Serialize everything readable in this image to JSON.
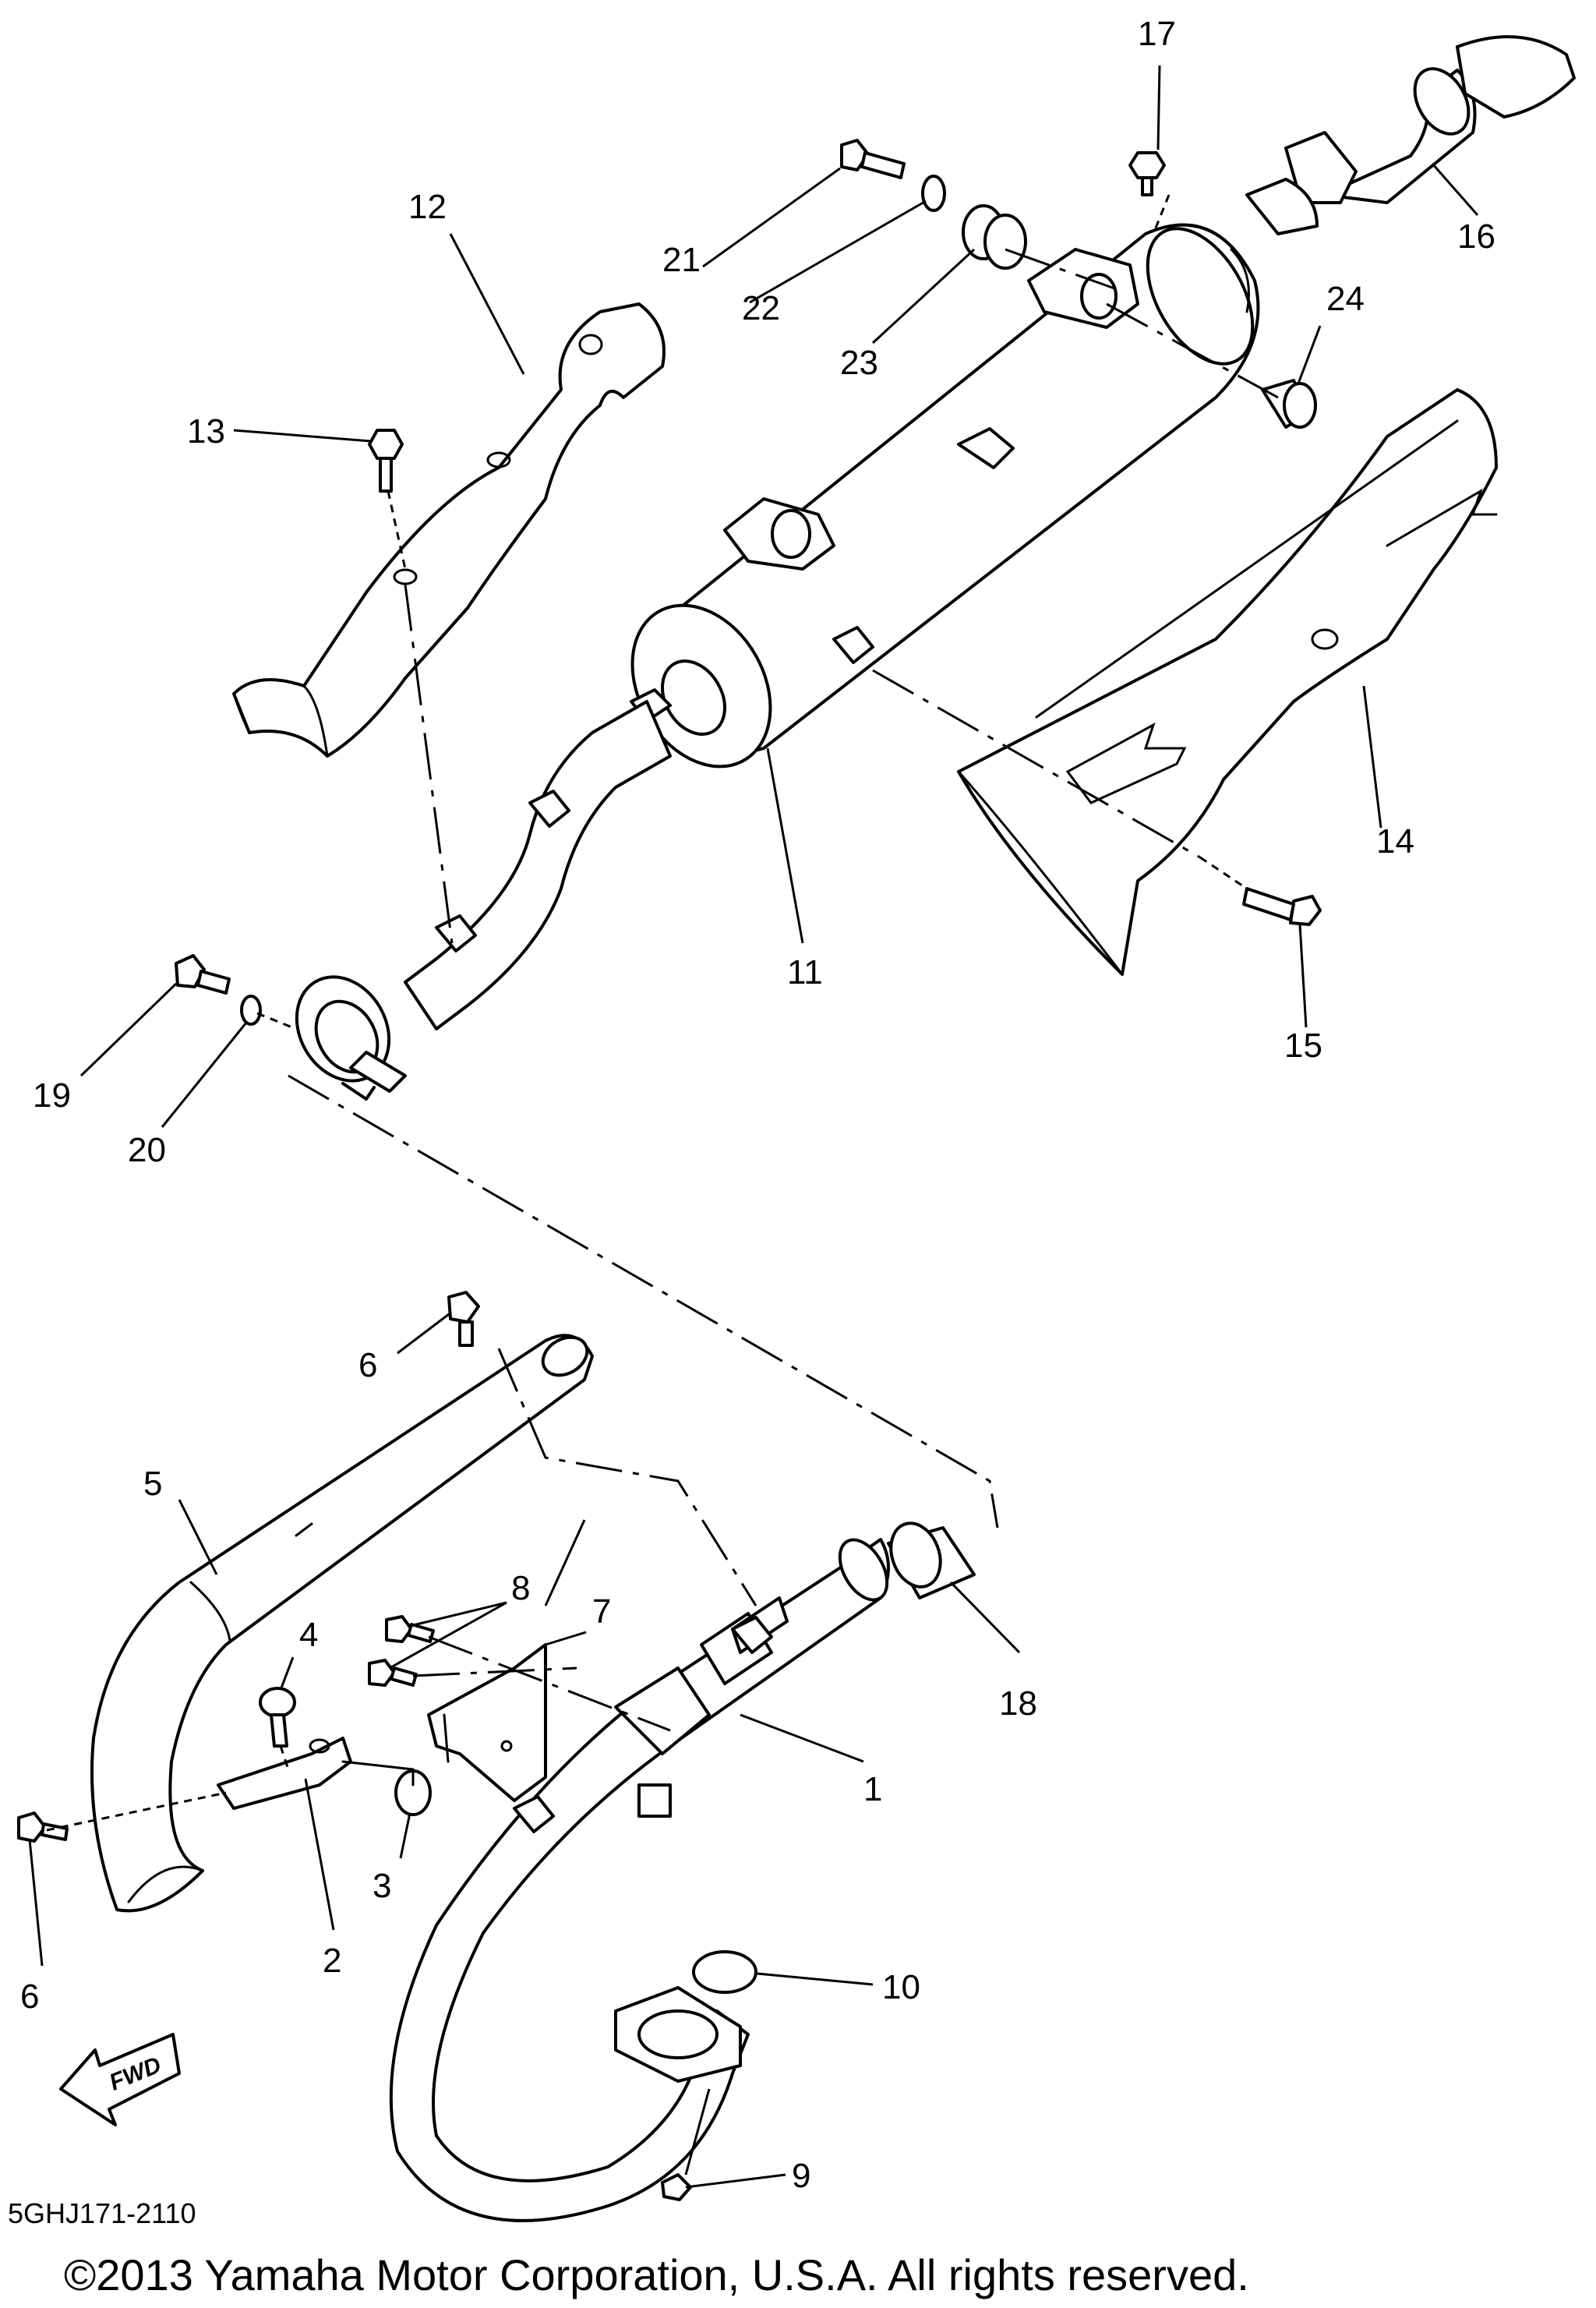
{
  "diagram": {
    "callouts": [
      {
        "id": "c1",
        "label": "1"
      },
      {
        "id": "c2",
        "label": "2"
      },
      {
        "id": "c3",
        "label": "3"
      },
      {
        "id": "c4",
        "label": "4"
      },
      {
        "id": "c5",
        "label": "5"
      },
      {
        "id": "c6a",
        "label": "6"
      },
      {
        "id": "c6b",
        "label": "6"
      },
      {
        "id": "c7",
        "label": "7"
      },
      {
        "id": "c8",
        "label": "8"
      },
      {
        "id": "c9",
        "label": "9"
      },
      {
        "id": "c10",
        "label": "10"
      },
      {
        "id": "c11",
        "label": "11"
      },
      {
        "id": "c12",
        "label": "12"
      },
      {
        "id": "c13",
        "label": "13"
      },
      {
        "id": "c14",
        "label": "14"
      },
      {
        "id": "c15",
        "label": "15"
      },
      {
        "id": "c16",
        "label": "16"
      },
      {
        "id": "c17",
        "label": "17"
      },
      {
        "id": "c18",
        "label": "18"
      },
      {
        "id": "c19",
        "label": "19"
      },
      {
        "id": "c20",
        "label": "20"
      },
      {
        "id": "c21",
        "label": "21"
      },
      {
        "id": "c22",
        "label": "22"
      },
      {
        "id": "c23",
        "label": "23"
      },
      {
        "id": "c24",
        "label": "24"
      }
    ],
    "fwd_label": "FWD",
    "diagram_code": "5GHJ171-2110",
    "copyright": "©2013 Yamaha Motor Corporation, U.S.A. All rights reserved."
  }
}
